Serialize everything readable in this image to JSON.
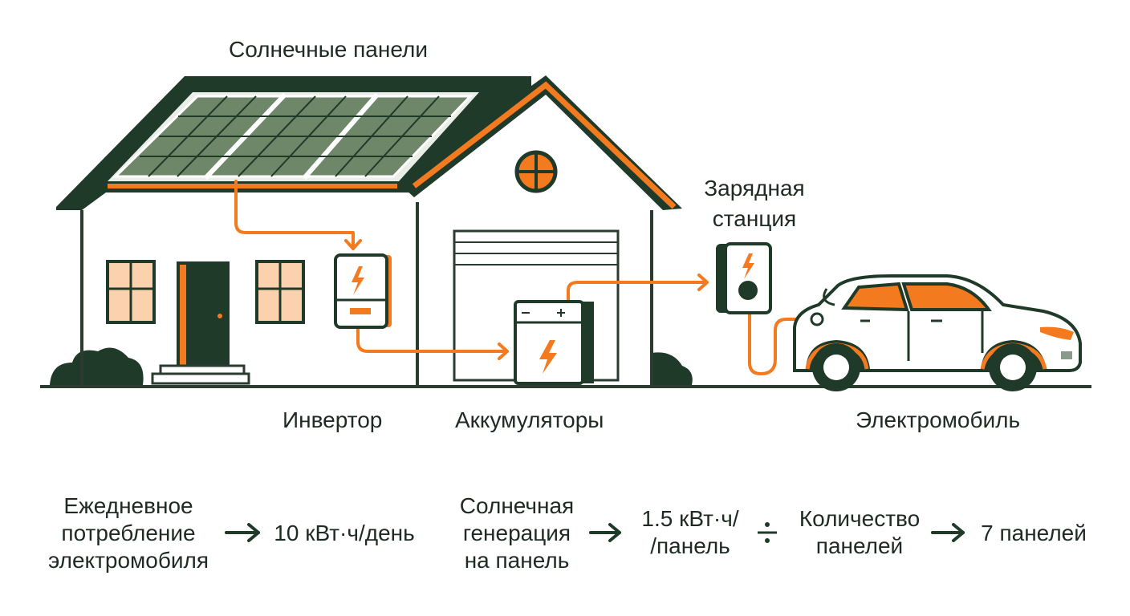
{
  "labels": {
    "panels": "Солнечные панели",
    "charger": "Зарядная\nстанция",
    "inverter": "Инвертор",
    "batteries": "Аккумуляторы",
    "ev": "Электромобиль"
  },
  "calc": {
    "consumption": "Ежедневное\nпотребление\nэлектромобиля",
    "consumption_value": "10 кВт·ч/день",
    "generation": "Солнечная\nгенерация\nна панель",
    "generation_value": "1.5 кВт·ч/\n/панель",
    "count": "Количество\nпанелей",
    "result": "7 панелей"
  },
  "colors": {
    "dark": "#1f3a28",
    "accent": "#f47a20",
    "panel": "#6e8769",
    "window": "#fbd2ad",
    "line": "#2b3b30"
  }
}
